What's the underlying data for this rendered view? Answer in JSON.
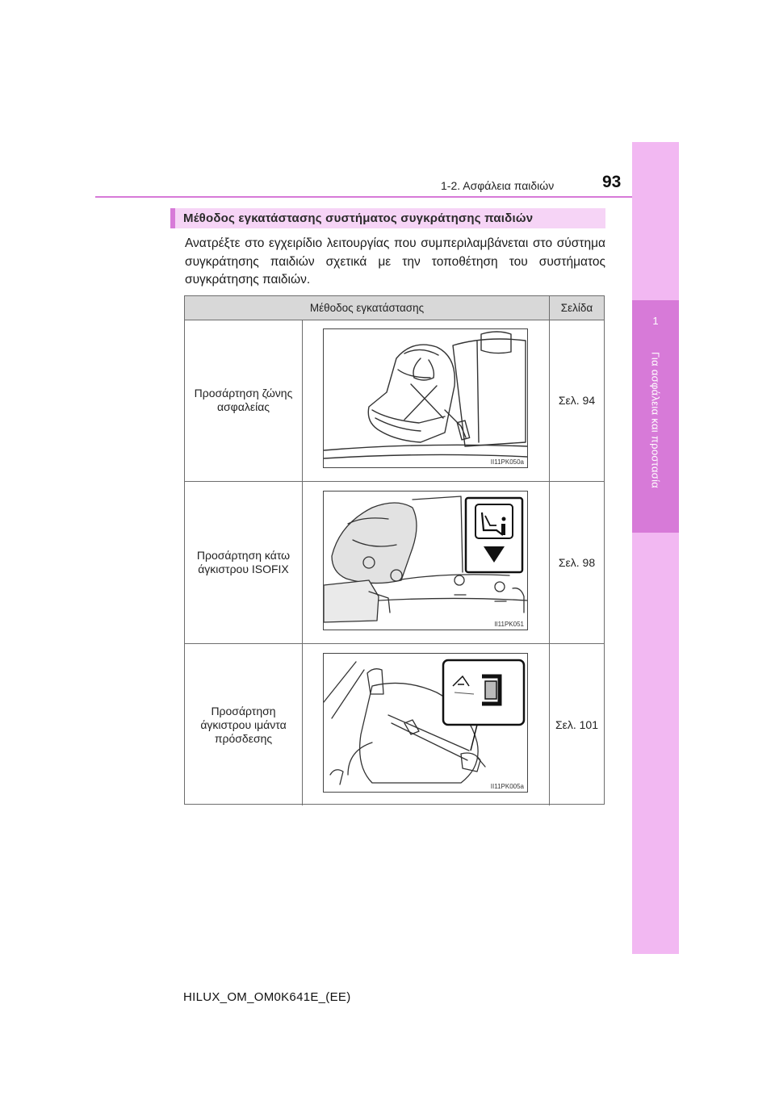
{
  "header": {
    "section": "1-2. Ασφάλεια παιδιών",
    "page_number": "93"
  },
  "side_tab": {
    "chapter_number": "1",
    "chapter_title": "Για ασφάλεια και προστασία"
  },
  "section": {
    "title": "Μέθοδος εγκατάστασης συστήματος συγκράτησης παιδιών",
    "intro": "Ανατρέξτε στο εγχειρίδιο λειτουργίας που συμπεριλαμβάνεται στο σύστημα συγκράτησης παιδιών σχετικά με την τοποθέτηση του συστήματος συγκράτησης παιδιών."
  },
  "table": {
    "headers": {
      "method": "Μέθοδος εγκατάστασης",
      "page": "Σελίδα"
    },
    "rows": [
      {
        "method": "Προσάρτηση ζώνης ασφαλείας",
        "page": "Σελ. 94",
        "figure_code": "II11PK050a"
      },
      {
        "method": "Προσάρτηση κάτω άγκιστρου ISOFIX",
        "page": "Σελ. 98",
        "figure_code": "II11PK051"
      },
      {
        "method": "Προσάρτηση άγκιστρου ιμάντα πρόσδεσης",
        "page": "Σελ. 101",
        "figure_code": "II11PK005a"
      }
    ]
  },
  "footer": {
    "code": "HILUX_OM_OM0K641E_(EE)"
  }
}
